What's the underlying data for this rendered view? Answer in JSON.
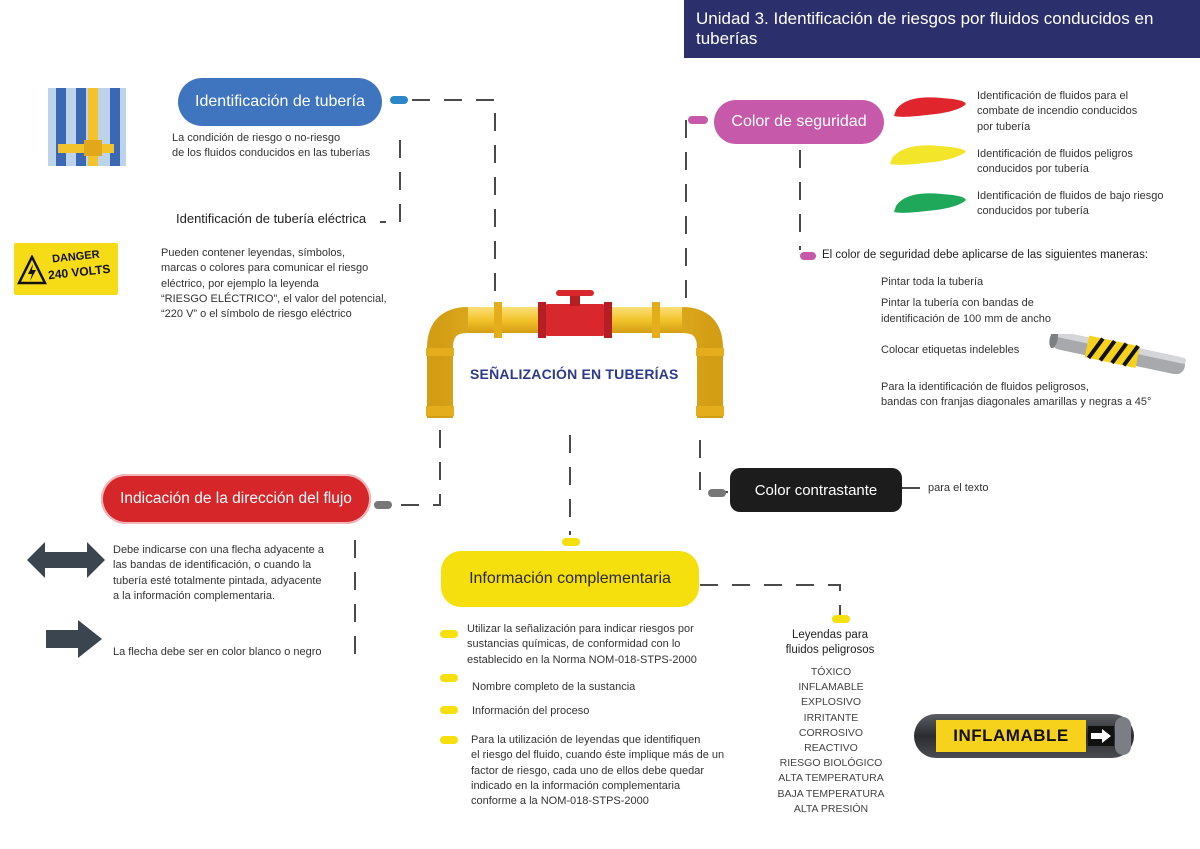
{
  "header": {
    "title": "Unidad 3. Identificación de riesgos por fluidos conducidos en tuberías"
  },
  "center": {
    "title": "SEÑALIZACIÓN EN TUBERÍAS"
  },
  "colors": {
    "title_bg": "#2b2f6b",
    "blue_node": "#3f74bf",
    "magenta_node": "#c659a9",
    "red_node": "#d6262a",
    "black_node": "#1c1c1c",
    "yellow_node": "#f5df0c",
    "pipe_yellow": "#f2c32b"
  },
  "identificacion": {
    "label": "Identificación de tubería",
    "desc_line1": "La condición de riesgo o no-riesgo",
    "desc_line2": "de los fluidos conducidos en las tuberías",
    "electrica_label": "Identificación de tubería eléctrica",
    "electrica_lines": [
      "Pueden contener leyendas, símbolos,",
      "marcas o colores para comunicar el riesgo",
      "eléctrico, por ejemplo la leyenda",
      "“RIESGO ELÉCTRICO”, el valor del potencial,",
      "“220 V” o el símbolo de riesgo eléctrico"
    ],
    "danger_sign": [
      "DANGER",
      "240 VOLTS"
    ]
  },
  "color_seguridad": {
    "label": "Color de seguridad",
    "swatches": [
      {
        "color": "#e0262c",
        "lines": [
          "Identificación de fluidos para el",
          "combate de  incendio conducidos",
          "por tubería"
        ]
      },
      {
        "color": "#f3e62a",
        "lines": [
          "Identificación de fluidos peligros",
          "conducidos por tubería"
        ]
      },
      {
        "color": "#1fa85a",
        "lines": [
          "Identificación de fluidos de bajo riesgo",
          "conducidos por tubería"
        ]
      }
    ],
    "aplicar": "El color de seguridad debe aplicarse de las siguientes maneras:",
    "maneras": [
      "Pintar  toda la tubería",
      "Pintar la tubería con bandas de",
      " identificación  de 100 mm de ancho",
      "Colocar etiquetas indelebles"
    ],
    "peligrosos_line1": " Para la identificación de fluidos peligrosos,",
    "peligrosos_line2": "bandas con franjas diagonales amarillas y negras a 45°"
  },
  "contrastante": {
    "label": "Color contrastante",
    "desc": "para el texto"
  },
  "direccion": {
    "label": "Indicación de la dirección del flujo",
    "lines": [
      "Debe indicarse con una flecha adyacente a",
      "las bandas de identificación, o cuando la",
      "tubería esté totalmente pintada, adyacente",
      "a la información complementaria."
    ],
    "flecha": "La flecha debe ser en color blanco o negro"
  },
  "informacion": {
    "label": "Información complementaria",
    "items": [
      [
        "Utilizar la señalización para indicar riesgos por",
        "sustancias químicas, de conformidad con lo",
        "establecido en la Norma NOM-018-STPS-2000"
      ],
      [
        "Nombre completo de la sustancia"
      ],
      [
        "Información del proceso"
      ],
      [
        "Para la utilización de leyendas que identifiquen",
        "el riesgo del fluido, cuando éste implique más de un",
        "factor de riesgo, cada uno de ellos debe quedar",
        "indicado en la información complementaria",
        "conforme a la NOM-018-STPS-2000"
      ]
    ],
    "leyendas_title1": "Leyendas para",
    "leyendas_title2": "fluidos peligrosos",
    "leyendas": [
      "TÓXICO",
      "INFLAMABLE",
      "EXPLOSIVO",
      "IRRITANTE",
      "CORROSIVO",
      "REACTIVO",
      "RIESGO BIOLÓGICO",
      "ALTA TEMPERATURA",
      "BAJA TEMPERATURA",
      "ALTA PRESIÓN"
    ],
    "inflamable_label": "INFLAMABLE"
  }
}
